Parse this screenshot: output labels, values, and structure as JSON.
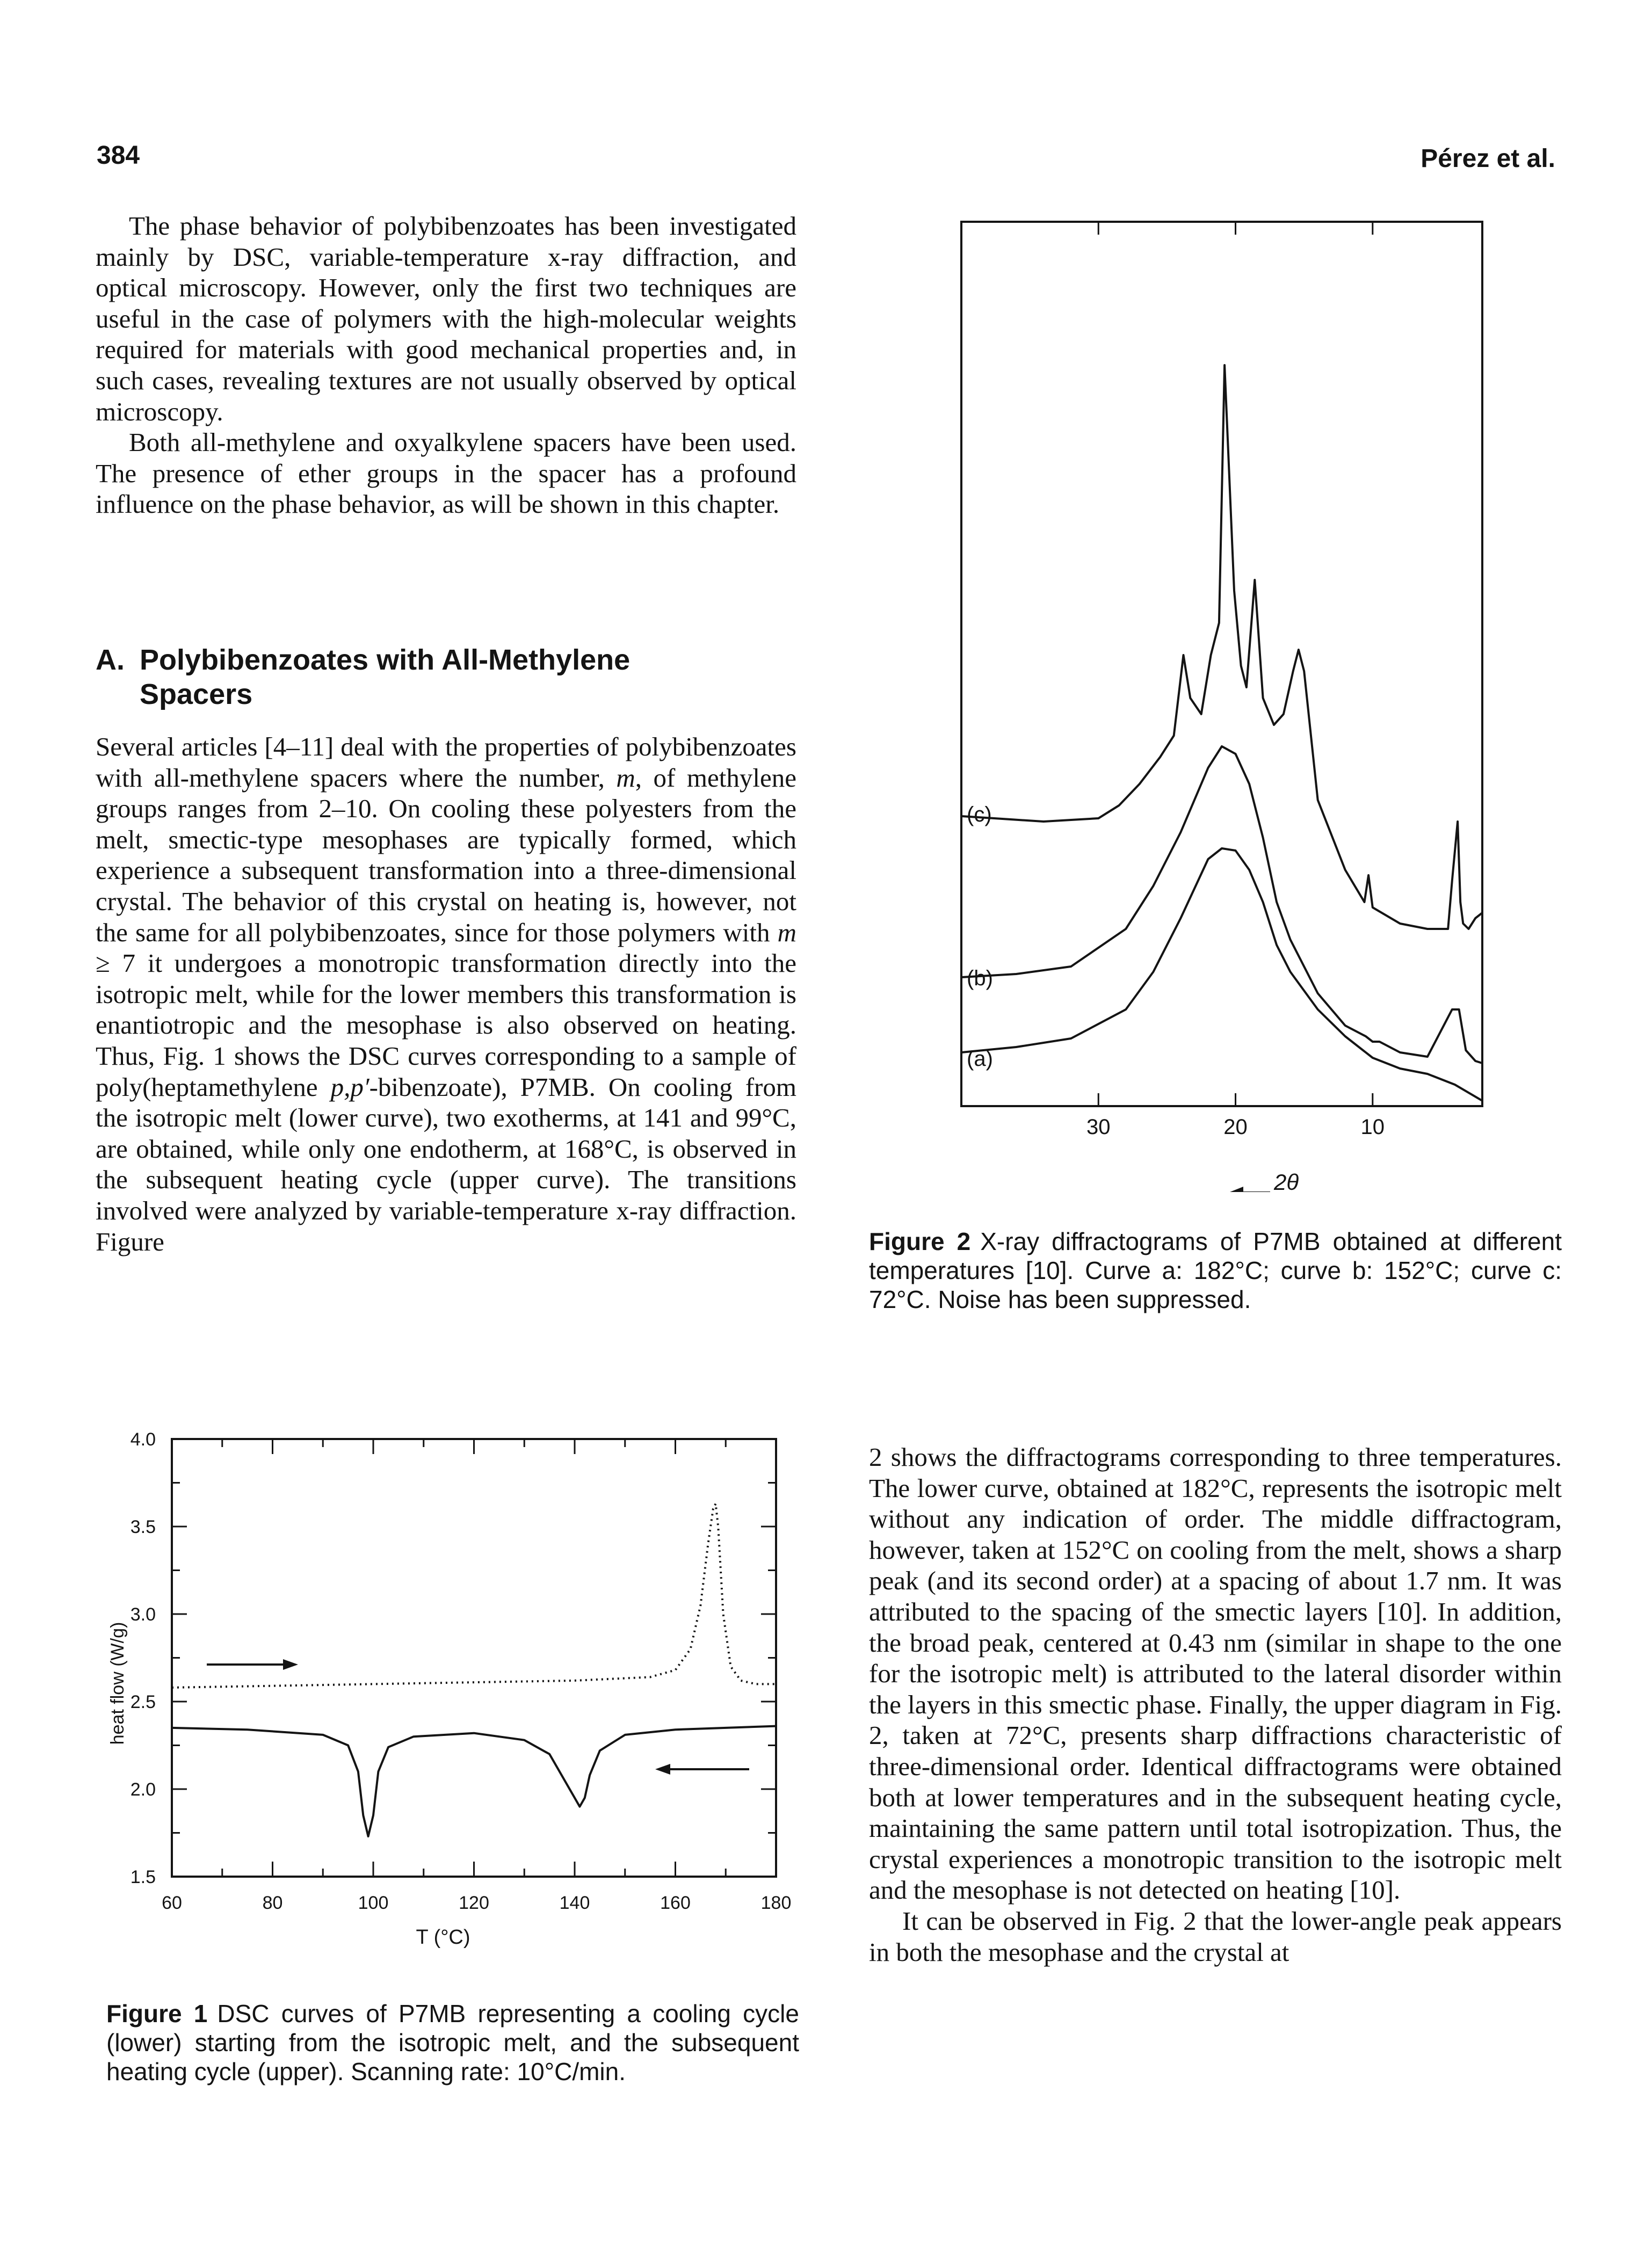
{
  "header": {
    "page_number": "384",
    "authors": "Pérez et al."
  },
  "paragraphs_top": [
    "The phase behavior of polybibenzoates has been investigated mainly by DSC, variable-temperature x-ray diffraction, and optical microscopy. However, only the first two techniques are useful in the case of polymers with the high-molecular weights required for materials with good mechanical properties and, in such cases, revealing textures are not usually observed by optical microscopy.",
    "Both all-methylene and oxyalkylene spacers have been used. The presence of ether groups in the spacer has a profound influence on the phase behavior, as will be shown in this chapter."
  ],
  "section": {
    "letter": "A.",
    "title_line1": "Polybibenzoates with All-Methylene",
    "title_line2": "Spacers"
  },
  "paragraph_section": {
    "p1": "Several articles [4–11] deal with the properties of polybibenzoates with all-methylene spacers where the number, ",
    "m1": "m",
    "p2": ", of methylene groups ranges from 2–10. On cooling these polyesters from the melt, smectic-type mesophases are typically formed, which experience a subsequent transformation into a three-dimensional crystal. The behavior of this crystal on heating is, however, not the same for all polybibenzoates, since for those polymers with ",
    "m2": "m",
    "p3": " ≥ 7 it undergoes a monotropic transformation directly into the isotropic melt, while for the lower members this transformation is enantiotropic and the mesophase is also observed on heating. Thus, Fig. 1 shows the DSC curves corresponding to a sample of poly(heptamethylene ",
    "pp": "p,p′",
    "p4": "-bibenzoate), P7MB. On cooling from the isotropic melt (lower curve), two exotherms, at 141 and 99°C, are obtained, while only one endotherm, at 168°C, is observed in the subsequent heating cycle (upper curve). The transitions involved were analyzed by variable-temperature x-ray diffraction. Figure"
  },
  "paragraphs_right": [
    "2 shows the diffractograms corresponding to three temperatures. The lower curve, obtained at 182°C, represents the isotropic melt without any indication of order. The middle diffractogram, however, taken at 152°C on cooling from the melt, shows a sharp peak (and its second order) at a spacing of about 1.7 nm. It was attributed to the spacing of the smectic layers [10]. In addition, the broad peak, centered at 0.43 nm (similar in shape to the one for the isotropic melt) is attributed to the lateral disorder within the layers in this smectic phase. Finally, the upper diagram in Fig. 2, taken at 72°C, presents sharp diffractions characteristic of three-dimensional order. Identical diffractograms were obtained both at lower temperatures and in the subsequent heating cycle, maintaining the same pattern until total isotropization. Thus, the crystal experiences a monotropic transition to the isotropic melt and the mesophase is not detected on heating [10].",
    "It can be observed in Fig. 2 that the lower-angle peak appears in both the mesophase and the crystal at"
  ],
  "figure1": {
    "label": "Figure 1",
    "caption": "DSC curves of P7MB representing a cooling cycle (lower) starting from the isotropic melt, and the subsequent heating cycle (upper). Scanning rate: 10°C/min."
  },
  "figure2": {
    "label": "Figure 2",
    "caption": "X-ray diffractograms of P7MB obtained at different temperatures [10]. Curve a: 182°C; curve b: 152°C; curve c: 72°C. Noise has been suppressed."
  },
  "chart_data": [
    {
      "id": "figure-1",
      "type": "line",
      "xlabel": "T (°C)",
      "ylabel": "heat flow (W/g)",
      "xlim": [
        60,
        180
      ],
      "ylim": [
        1.5,
        4.0
      ],
      "x_ticks": [
        "60",
        "80",
        "100",
        "120",
        "140",
        "160",
        "180"
      ],
      "y_ticks": [
        "1.5",
        "2.0",
        "2.5",
        "3.0",
        "3.5",
        "4.0"
      ],
      "series": [
        {
          "role": "heating (upper, dotted)",
          "style": "dotted",
          "x": [
            60,
            80,
            100,
            120,
            140,
            155,
            160,
            163,
            165,
            166.5,
            167.5,
            168,
            168.5,
            169.5,
            171,
            173,
            176,
            180
          ],
          "y": [
            2.58,
            2.59,
            2.6,
            2.61,
            2.62,
            2.64,
            2.68,
            2.8,
            3.05,
            3.4,
            3.6,
            3.63,
            3.5,
            3.0,
            2.7,
            2.62,
            2.6,
            2.6
          ]
        },
        {
          "role": "cooling (lower, solid)",
          "style": "solid",
          "x": [
            60,
            75,
            90,
            95,
            97,
            98,
            99,
            100,
            101,
            103,
            108,
            120,
            130,
            135,
            138,
            140,
            141,
            142,
            143,
            145,
            150,
            160,
            170,
            180
          ],
          "y": [
            2.35,
            2.34,
            2.31,
            2.25,
            2.1,
            1.85,
            1.73,
            1.85,
            2.1,
            2.24,
            2.3,
            2.32,
            2.28,
            2.2,
            2.05,
            1.95,
            1.9,
            1.95,
            2.08,
            2.22,
            2.31,
            2.34,
            2.35,
            2.36
          ]
        }
      ],
      "annotations": [
        "arrow pointing right (heating)",
        "arrow pointing left (cooling)"
      ]
    },
    {
      "id": "figure-2",
      "type": "line",
      "xlabel": "2θ",
      "xlim": [
        40,
        2
      ],
      "x_ticks": [
        "30",
        "20",
        "10"
      ],
      "series": [
        {
          "name": "(a)",
          "x": [
            40,
            36,
            32,
            28,
            26,
            24,
            22,
            21,
            20,
            19,
            18,
            17,
            16,
            14,
            12,
            10,
            8,
            6,
            4,
            2
          ],
          "y": [
            0.2,
            0.25,
            0.33,
            0.6,
            0.95,
            1.45,
            2.0,
            2.1,
            2.08,
            1.9,
            1.6,
            1.2,
            0.95,
            0.6,
            0.35,
            0.15,
            0.05,
            0.0,
            -0.1,
            -0.25
          ]
        },
        {
          "name": "(b)",
          "x": [
            40,
            36,
            32,
            28,
            26,
            24,
            22,
            21,
            20,
            19,
            18,
            17,
            16,
            14,
            12,
            10.5,
            10,
            9.5,
            8,
            6,
            4.2,
            3.7,
            3.2,
            2.5,
            2
          ],
          "y": [
            0.9,
            0.93,
            1.0,
            1.35,
            1.75,
            2.25,
            2.85,
            3.05,
            2.98,
            2.7,
            2.2,
            1.6,
            1.25,
            0.75,
            0.45,
            0.35,
            0.3,
            0.3,
            0.2,
            0.16,
            0.6,
            0.6,
            0.22,
            0.12,
            0.1
          ]
        },
        {
          "name": "(c)",
          "x": [
            40,
            34,
            30,
            28.5,
            27,
            25.5,
            24.5,
            23.8,
            23.3,
            22.5,
            21.8,
            21.2,
            20.8,
            20.1,
            19.6,
            19.2,
            18.6,
            18,
            17.2,
            16.5,
            15.8,
            15.4,
            15,
            14,
            12,
            10.6,
            10.3,
            10,
            8,
            6,
            4.5,
            4.2,
            3.8,
            3.6,
            3.4,
            3,
            2.5,
            2
          ],
          "y": [
            2.4,
            2.35,
            2.38,
            2.5,
            2.7,
            2.95,
            3.15,
            3.9,
            3.5,
            3.35,
            3.9,
            4.2,
            6.6,
            4.5,
            3.8,
            3.6,
            4.6,
            3.5,
            3.25,
            3.35,
            3.75,
            3.95,
            3.75,
            2.55,
            1.9,
            1.6,
            1.85,
            1.55,
            1.4,
            1.35,
            1.35,
            1.8,
            2.35,
            1.6,
            1.4,
            1.35,
            1.45,
            1.5
          ]
        }
      ],
      "annotations": [
        "arrow pointing left labelled 2θ"
      ]
    }
  ]
}
